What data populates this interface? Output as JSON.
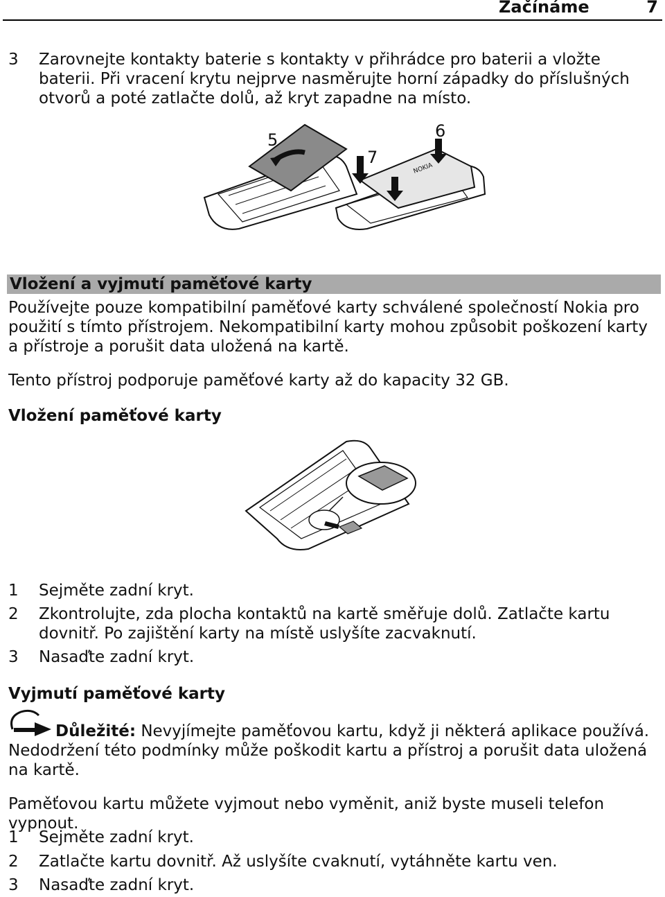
{
  "header": {
    "section": "Začínáme",
    "page_number": "7"
  },
  "battery_step": {
    "number": "3",
    "text": "Zarovnejte kontakty baterie s kontakty v přihrádce pro baterii a vložte baterii. Při vracení krytu nejprve nasměrujte horní západky do příslušných otvorů a poté zatlačte dolů, až kryt zapadne na místo."
  },
  "figure1": {
    "labels": [
      "5",
      "6",
      "7"
    ],
    "brand": "NOKIA"
  },
  "memory_section": {
    "title": "Vložení a vyjmutí paměťové karty",
    "intro": "Používejte pouze kompatibilní paměťové karty schválené společností Nokia pro použití s tímto přístrojem. Nekompatibilní karty mohou způsobit poškození karty a přístroje a porušit data uložená na kartě.",
    "capacity": "Tento přístroj podporuje paměťové karty až do kapacity 32 GB."
  },
  "insert": {
    "title": "Vložení paměťové karty",
    "steps": [
      {
        "num": "1",
        "text": "Sejměte zadní kryt."
      },
      {
        "num": "2",
        "text": "Zkontrolujte, zda plocha kontaktů na kartě směřuje dolů. Zatlačte kartu dovnitř. Po zajištění karty na místě uslyšíte zacvaknutí."
      },
      {
        "num": "3",
        "text": "Nasaďte zadní kryt."
      }
    ]
  },
  "remove": {
    "title": "Vyjmutí paměťové karty",
    "important_label": "Důležité:",
    "important_text": "Nevyjímejte paměťovou kartu, když ji některá aplikace používá. Nedodržení této podmínky může poškodit kartu a přístroj a porušit data uložená na kartě.",
    "note": "Paměťovou kartu můžete vyjmout nebo vyměnit, aniž byste museli telefon vypnout.",
    "steps": [
      {
        "num": "1",
        "text": "Sejměte zadní kryt."
      },
      {
        "num": "2",
        "text": "Zatlačte kartu dovnitř. Až uslyšíte cvaknutí, vytáhněte kartu ven."
      },
      {
        "num": "3",
        "text": "Nasaďte zadní kryt."
      }
    ]
  }
}
